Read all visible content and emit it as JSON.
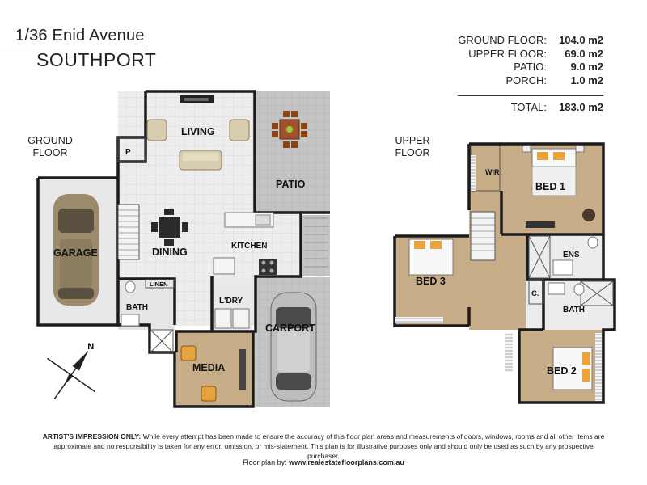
{
  "header": {
    "address_line": "1/36 Enid Avenue",
    "suburb": "SOUTHPORT"
  },
  "areas": [
    {
      "label": "GROUND FLOOR:",
      "value": "104.0 m2"
    },
    {
      "label": "UPPER FLOOR:",
      "value": "69.0 m2"
    },
    {
      "label": "PATIO:",
      "value": "9.0 m2"
    },
    {
      "label": "PORCH:",
      "value": "1.0 m2"
    }
  ],
  "total": {
    "label": "TOTAL:",
    "value": "183.0 m2"
  },
  "floor_labels": {
    "ground_line1": "GROUND",
    "ground_line2": "FLOOR",
    "upper_line1": "UPPER",
    "upper_line2": "FLOOR"
  },
  "rooms": {
    "living": "LIVING",
    "p": "P",
    "patio": "PATIO",
    "dining": "DINING",
    "kitchen": "KITCHEN",
    "garage": "GARAGE",
    "linen": "LINEN",
    "bath": "BATH",
    "laundry": "L'DRY",
    "carport": "CARPORT",
    "media": "MEDIA",
    "wir": "WIR",
    "bed1": "BED 1",
    "ens": "ENS",
    "bed3": "BED 3",
    "c": "C.",
    "bath_upper": "BATH",
    "bed2": "BED 2"
  },
  "compass": {
    "north": "N"
  },
  "disclaimer": {
    "lead": "ARTIST'S IMPRESSION ONLY:",
    "text": " While every attempt has been made to ensure the accuracy of this floor plan areas and measurements of doors, windows, rooms and all other items are approximate and no responsibility is taken for any error, omission, or mis-statement. This plan is for illustrative purposes only and should only be used as such by any prospective purchaser."
  },
  "credit": {
    "label": "Floor plan by: ",
    "url": "www.realestatefloorplans.com.au"
  },
  "colors": {
    "wall": "#1b1b1b",
    "tile": "#ececec",
    "tile_line": "#d6d6d6",
    "carpet": "#c9b08a",
    "paving": "#bdbdbd",
    "timber": "#a0522d"
  }
}
